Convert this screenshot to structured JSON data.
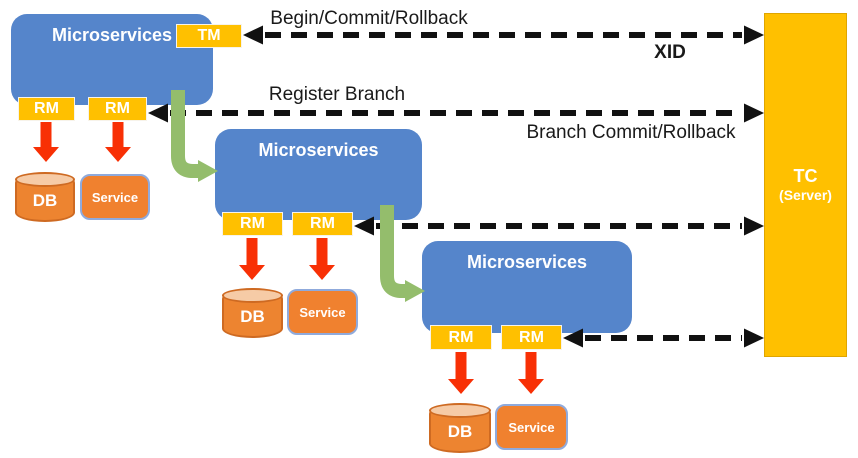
{
  "diagram": {
    "arrows": {
      "begin_commit_rollback": "Begin/Commit/Rollback",
      "xid": "XID",
      "register_branch": "Register Branch",
      "branch_commit_rollback": "Branch Commit/Rollback"
    },
    "microservices": [
      {
        "title": "Microservices",
        "tm_label": "TM",
        "rm_labels": [
          "RM",
          "RM"
        ],
        "db_label": "DB",
        "service_label": "Service"
      },
      {
        "title": "Microservices",
        "rm_labels": [
          "RM",
          "RM"
        ],
        "db_label": "DB",
        "service_label": "Service"
      },
      {
        "title": "Microservices",
        "rm_labels": [
          "RM",
          "RM"
        ],
        "db_label": "DB",
        "service_label": "Service"
      }
    ],
    "tc_server": {
      "name": "TC",
      "subtitle": "(Server)"
    },
    "colors": {
      "block_blue": "#5585CB",
      "badge_gold": "#FFC000",
      "shape_orange": "#F0812F",
      "db_top_orange": "#F6CBA6",
      "db_border": "#CE6A22",
      "service_border": "#8FAADC",
      "red_arrow": "#F83005",
      "green_arrow": "#94BD6C",
      "dashed_arrow": "#111111"
    }
  }
}
